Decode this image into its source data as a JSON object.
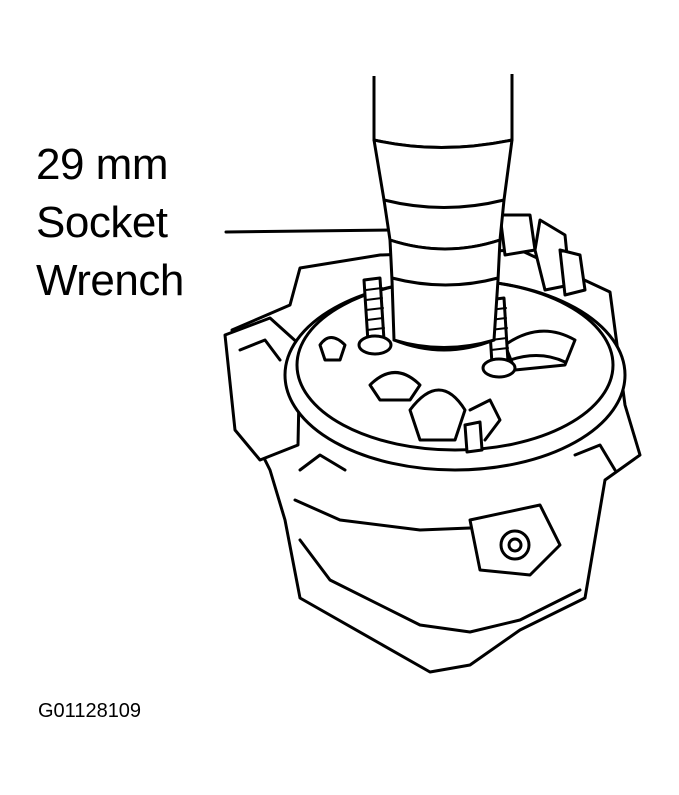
{
  "callout": {
    "line1": "29 mm",
    "line2": "Socket",
    "line3": "Wrench"
  },
  "figure_id": "G01128109",
  "icons": [
    "socket-wrench-icon",
    "alternator-icon"
  ]
}
